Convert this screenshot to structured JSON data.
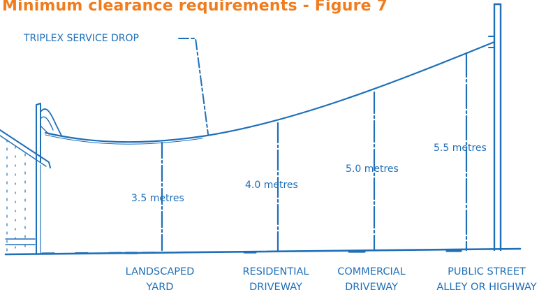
{
  "title": "Minimum clearance requirements - Figure 7",
  "callout": "TRIPLEX SERVICE DROP",
  "clearances": [
    {
      "value": "3.5 metres",
      "location_line1": "LANDSCAPED",
      "location_line2": "YARD"
    },
    {
      "value": "4.0 metres",
      "location_line1": "RESIDENTIAL",
      "location_line2": "DRIVEWAY"
    },
    {
      "value": "5.0 metres",
      "location_line1": "COMMERCIAL",
      "location_line2": "DRIVEWAY"
    },
    {
      "value": "5.5 metres",
      "location_line1": "PUBLIC STREET",
      "location_line2": "ALLEY OR HIGHWAY"
    }
  ],
  "colors": {
    "title": "#f07c1d",
    "drawing": "#1e6fb8",
    "label": "#1e6fb8"
  }
}
